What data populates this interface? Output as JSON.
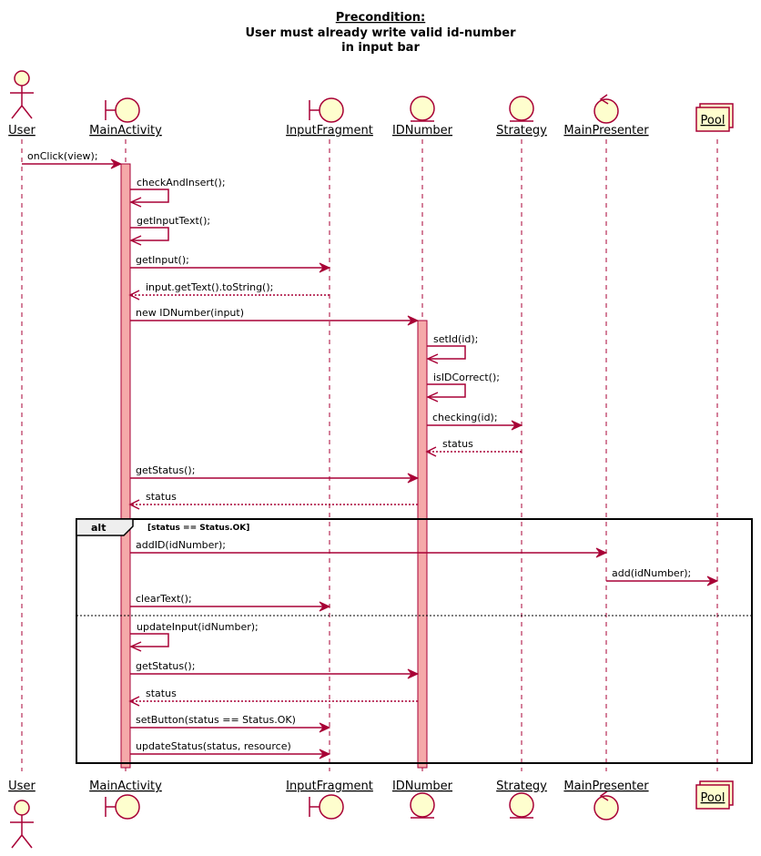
{
  "title_lines": [
    "Precondition:",
    "User must already write valid id-number",
    "in input bar"
  ],
  "colors": {
    "line": "#A80036",
    "fill": "#FEFECE",
    "activation": "#F5A9A9",
    "frame": "#000000"
  },
  "participants": [
    {
      "id": "user",
      "label": "User",
      "kind": "actor",
      "icon": "actor-icon"
    },
    {
      "id": "main",
      "label": "MainActivity",
      "kind": "boundary",
      "icon": "boundary-icon"
    },
    {
      "id": "input",
      "label": "InputFragment",
      "kind": "boundary",
      "icon": "boundary-icon"
    },
    {
      "id": "idn",
      "label": "IDNumber",
      "kind": "entity",
      "icon": "entity-icon"
    },
    {
      "id": "strat",
      "label": "Strategy",
      "kind": "entity",
      "icon": "entity-icon"
    },
    {
      "id": "pres",
      "label": "MainPresenter",
      "kind": "control",
      "icon": "control-icon"
    },
    {
      "id": "pool",
      "label": "Pool",
      "kind": "collections",
      "icon": "collections-icon"
    }
  ],
  "messages": [
    {
      "from": "user",
      "to": "main",
      "label": "onClick(view);",
      "type": "sync"
    },
    {
      "from": "main",
      "to": "main",
      "label": "checkAndInsert();",
      "type": "self"
    },
    {
      "from": "main",
      "to": "main",
      "label": "getInputText();",
      "type": "self"
    },
    {
      "from": "main",
      "to": "input",
      "label": "getInput();",
      "type": "sync"
    },
    {
      "from": "input",
      "to": "main",
      "label": "input.getText().toString();",
      "type": "return"
    },
    {
      "from": "main",
      "to": "idn",
      "label": "new IDNumber(input)",
      "type": "sync"
    },
    {
      "from": "idn",
      "to": "idn",
      "label": "setId(id);",
      "type": "self"
    },
    {
      "from": "idn",
      "to": "idn",
      "label": "isIDCorrect();",
      "type": "self"
    },
    {
      "from": "idn",
      "to": "strat",
      "label": "checking(id);",
      "type": "sync"
    },
    {
      "from": "strat",
      "to": "idn",
      "label": "status",
      "type": "return"
    },
    {
      "from": "main",
      "to": "idn",
      "label": "getStatus();",
      "type": "sync"
    },
    {
      "from": "idn",
      "to": "main",
      "label": "status",
      "type": "return"
    },
    {
      "from": "main",
      "to": "pres",
      "label": "addID(idNumber);",
      "type": "sync"
    },
    {
      "from": "pres",
      "to": "pool",
      "label": "add(idNumber);",
      "type": "sync"
    },
    {
      "from": "main",
      "to": "input",
      "label": "clearText();",
      "type": "sync"
    },
    {
      "from": "main",
      "to": "main",
      "label": "updateInput(idNumber);",
      "type": "self"
    },
    {
      "from": "main",
      "to": "idn",
      "label": "getStatus();",
      "type": "sync"
    },
    {
      "from": "idn",
      "to": "main",
      "label": "status",
      "type": "return"
    },
    {
      "from": "main",
      "to": "input",
      "label": "setButton(status == Status.OK)",
      "type": "sync"
    },
    {
      "from": "main",
      "to": "input",
      "label": "updateStatus(status, resource)",
      "type": "sync"
    }
  ],
  "activations": [
    {
      "participant": "main",
      "from_msg": 0,
      "to_msg": 19
    },
    {
      "participant": "idn",
      "from_msg": 5,
      "to_msg": 19
    }
  ],
  "alt_frame": {
    "keyword": "alt",
    "guard": "[status == Status.OK]",
    "from_msg": 12,
    "divider_before_msg": 15,
    "to_msg": 19
  }
}
